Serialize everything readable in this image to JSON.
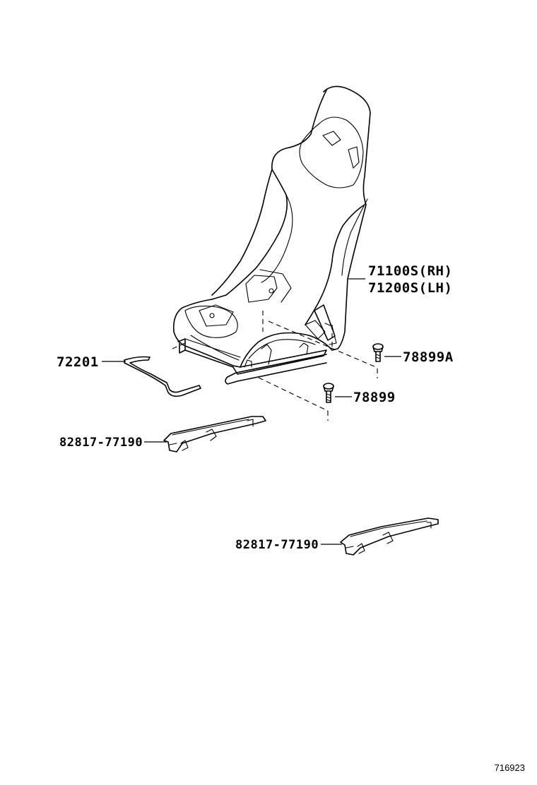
{
  "diagram": {
    "figure_id": "716923",
    "parts": [
      {
        "key": "seat",
        "lines": [
          "71100S(RH)",
          "71200S(LH)"
        ]
      },
      {
        "key": "bar",
        "lines": [
          "72201"
        ]
      },
      {
        "key": "bolt_a",
        "lines": [
          "78899A"
        ]
      },
      {
        "key": "bolt",
        "lines": [
          "78899"
        ]
      },
      {
        "key": "rail_upper",
        "lines": [
          "82817-77190"
        ]
      },
      {
        "key": "rail_lower",
        "lines": [
          "82817-77190"
        ]
      }
    ]
  }
}
